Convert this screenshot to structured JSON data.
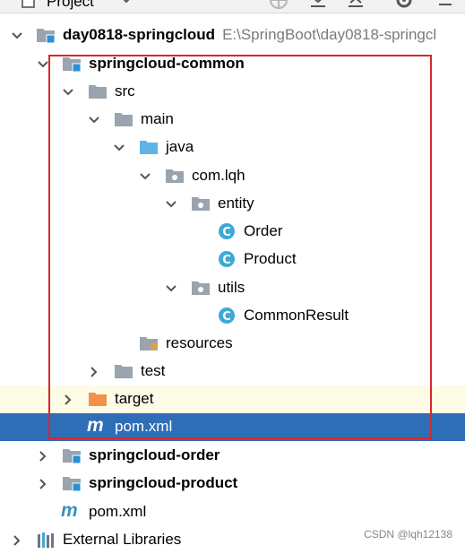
{
  "panel": {
    "title": "Project"
  },
  "tree": {
    "root": {
      "label": "day0818-springcloud",
      "path": "E:\\SpringBoot\\day0818-springcl"
    },
    "common": {
      "label": "springcloud-common"
    },
    "src": {
      "label": "src"
    },
    "main": {
      "label": "main"
    },
    "java": {
      "label": "java"
    },
    "package": {
      "label": "com.lqh"
    },
    "entity": {
      "label": "entity"
    },
    "order_class": {
      "label": "Order"
    },
    "product_class": {
      "label": "Product"
    },
    "utils": {
      "label": "utils"
    },
    "result_class": {
      "label": "CommonResult"
    },
    "resources": {
      "label": "resources"
    },
    "test": {
      "label": "test"
    },
    "target": {
      "label": "target"
    },
    "common_pom": {
      "label": "pom.xml"
    },
    "order_module": {
      "label": "springcloud-order"
    },
    "product_module": {
      "label": "springcloud-product"
    },
    "root_pom": {
      "label": "pom.xml"
    },
    "external_libraries": {
      "label": "External Libraries"
    }
  },
  "watermark": {
    "text": "CSDN @lqh12138"
  },
  "colors": {
    "selection": "#2e6eb7",
    "highlight": "#fefbe6",
    "annotation_box": "#d9272f",
    "folder_gray": "#9aa4ae",
    "folder_blue": "#5fb3e8",
    "folder_orange": "#f0924a",
    "class_icon": "#3ea9d6",
    "maven_icon": "#3592c4"
  }
}
